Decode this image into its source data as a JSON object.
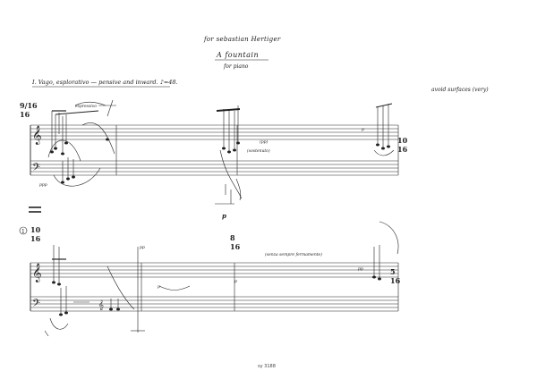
{
  "header": {
    "dedication": "for sebastian Hertiger",
    "title": "A fountain",
    "instrument": "for piano",
    "movement": "I. Vago, esplorativo — pensive and inward. ♪=48.",
    "side_note": "avoid surfaces (very)"
  },
  "footer": {
    "catalog": "sy 3188"
  },
  "system1": {
    "time_sig_start": [
      "9/16",
      "16"
    ],
    "time_sig_end": [
      "10",
      "16"
    ],
    "markings": [
      "espressivo",
      "p",
      "ppp",
      "(sostenuto)",
      "(pp)",
      "p"
    ]
  },
  "system2": {
    "rehearsal": "1",
    "time_sig_start": [
      "10",
      "16"
    ],
    "time_sig_mid": [
      "8",
      "16"
    ],
    "time_sig_end": [
      "5",
      "16"
    ],
    "markings": [
      "pp",
      "(senza sempre fermamente)",
      "p",
      "p",
      "pp"
    ]
  }
}
